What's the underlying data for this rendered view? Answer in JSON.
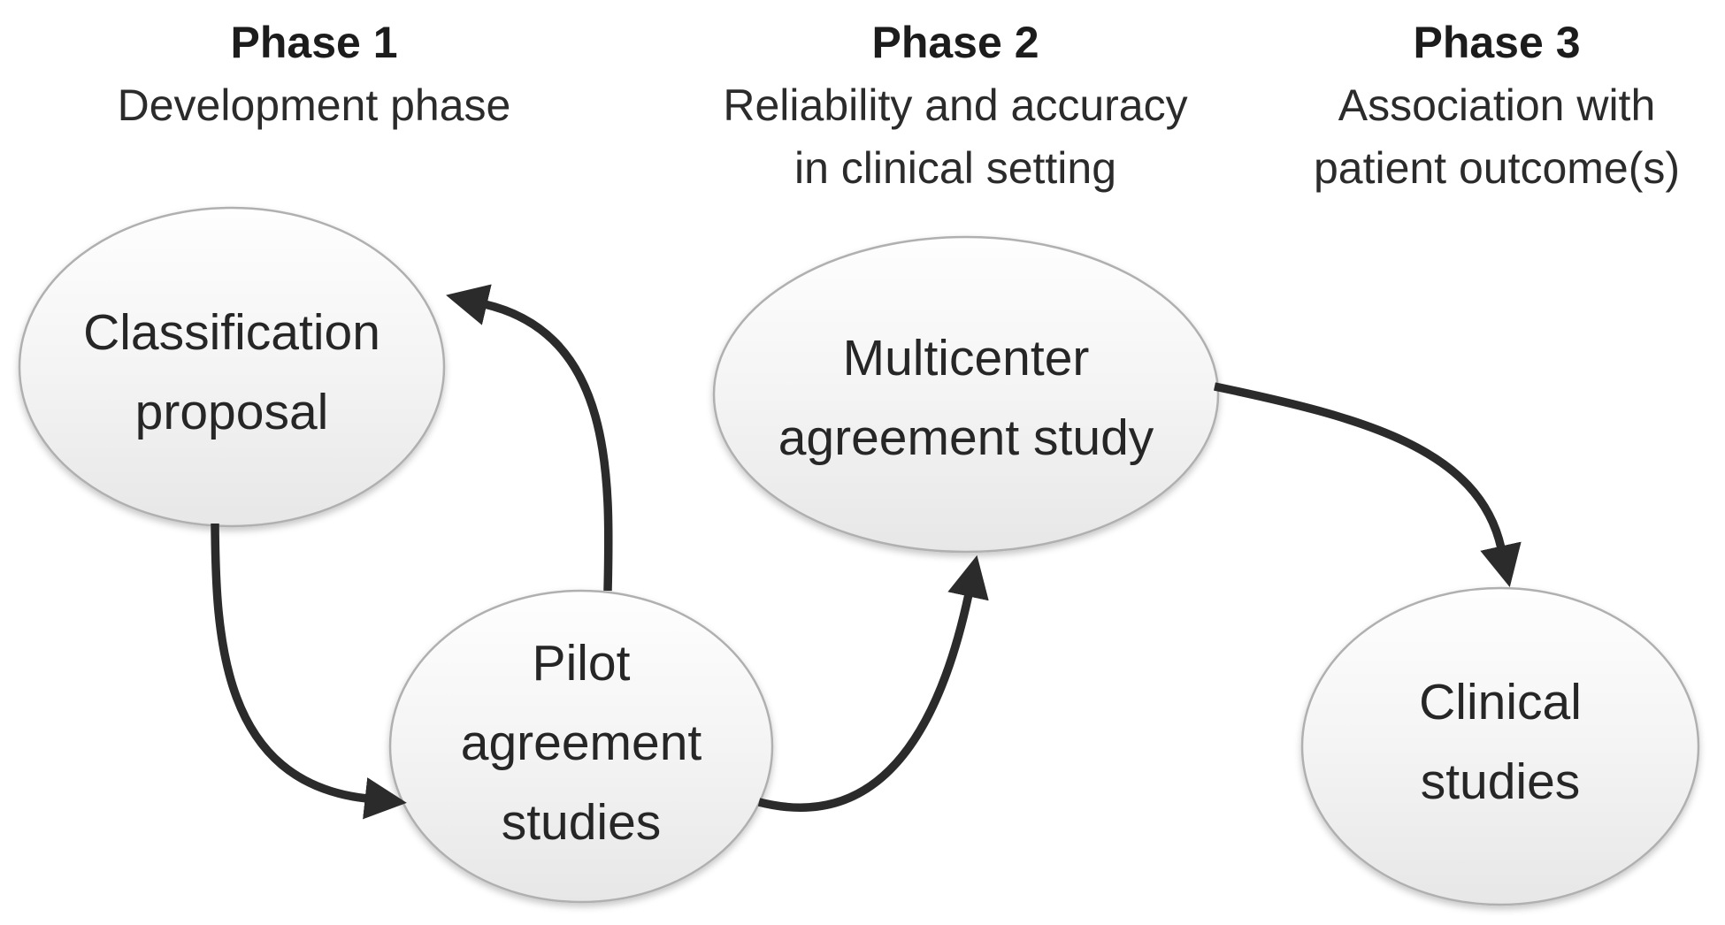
{
  "figure": {
    "type": "flow-diagram",
    "background": "#ffffff"
  },
  "colors": {
    "arrow": "#2b2b2b",
    "ellipse_border": "#b0b0b0",
    "ellipse_fill_top": "#fdfdfd",
    "ellipse_fill_bottom": "#e7e7e7",
    "header_text": "#1c1c1c",
    "node_text": "#262626"
  },
  "headers": [
    {
      "id": "phase1",
      "title": "Phase 1",
      "subtitle_lines": [
        "Development phase"
      ]
    },
    {
      "id": "phase2",
      "title": "Phase 2",
      "subtitle_lines": [
        "Reliability and accuracy",
        "in clinical setting"
      ]
    },
    {
      "id": "phase3",
      "title": "Phase 3",
      "subtitle_lines": [
        "Association with",
        "patient outcome(s)"
      ]
    }
  ],
  "nodes": [
    {
      "id": "classification-proposal",
      "phase": "phase1",
      "lines": [
        "Classification",
        "proposal"
      ]
    },
    {
      "id": "pilot-agreement-studies",
      "phase": "phase1",
      "lines": [
        "Pilot",
        "agreement",
        "studies"
      ]
    },
    {
      "id": "multicenter-agreement-study",
      "phase": "phase2",
      "lines": [
        "Multicenter",
        "agreement study"
      ]
    },
    {
      "id": "clinical-studies",
      "phase": "phase3",
      "lines": [
        "Clinical",
        "studies"
      ]
    }
  ],
  "edges": [
    {
      "from": "classification-proposal",
      "to": "pilot-agreement-studies"
    },
    {
      "from": "pilot-agreement-studies",
      "to": "classification-proposal"
    },
    {
      "from": "pilot-agreement-studies",
      "to": "multicenter-agreement-study"
    },
    {
      "from": "multicenter-agreement-study",
      "to": "clinical-studies"
    }
  ]
}
